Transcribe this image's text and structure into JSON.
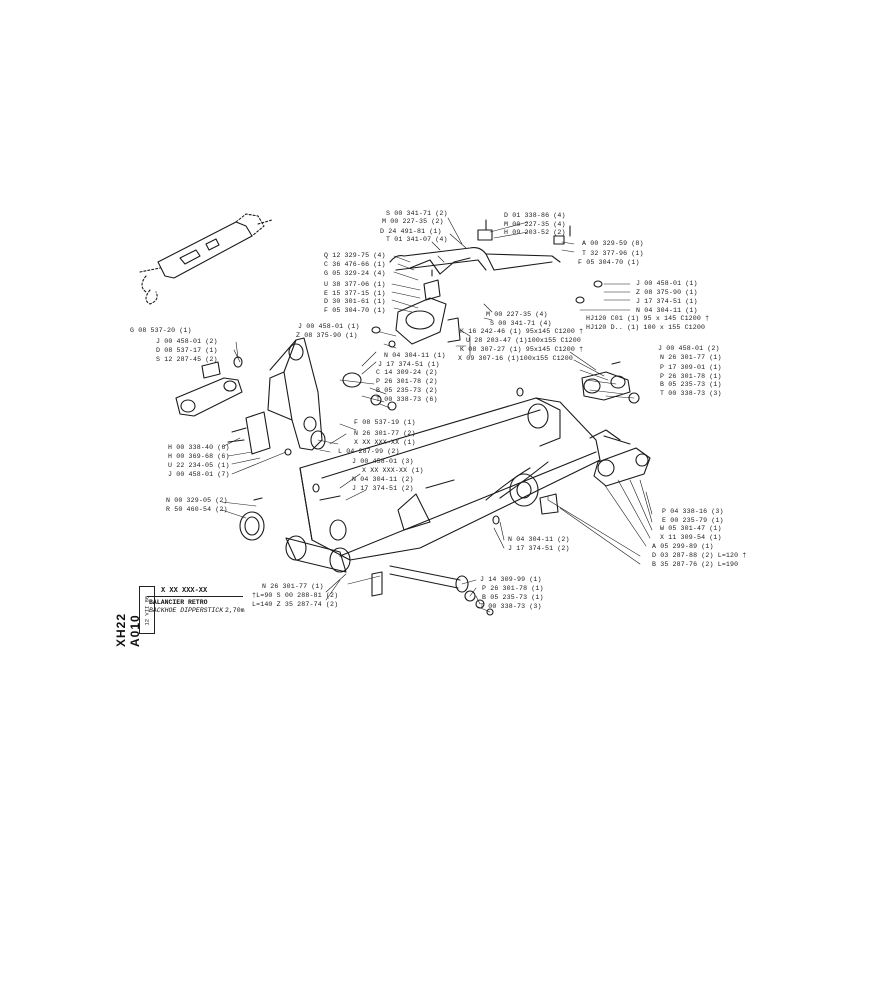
{
  "title_block": {
    "page_code": "XH22 A010",
    "side_code": "12 VII 86",
    "ref": "X XX XXX-XX",
    "title_fr": "BALANCIER RETRO",
    "title_en": "BACKHOE DIPPERSTICK",
    "length": "2,70m"
  },
  "labels": {
    "top_1": "S 00 341-71 (2)",
    "top_2": "M 00 227-35 (2)",
    "top_3": "D 24 491-81 (1)",
    "top_4": "T 01 341-07 (4)",
    "top_5": "D 01 338-86 (4)",
    "top_6": "M 00 227-35 (4)",
    "top_7": "H 09 203-52 (2)",
    "top_8": "A 00 329-59 (8)",
    "top_9": "T 32 377-96 (1)",
    "top_10": "F 05 304-70 (1)",
    "hyd_1": "Q 12 329-75 (4)",
    "hyd_2": "C 36 476-66 (1)",
    "hyd_3": "G 05 329-24 (4)",
    "hyd_4": "U 38 377-06 (1)",
    "hyd_5": "E 15 377-15 (1)",
    "hyd_6": "D 30 301-61 (1)",
    "hyd_7": "F 05 304-70 (1)",
    "right_1": "J 00 458-01 (1)",
    "right_2": "Z 08 375-90 (1)",
    "right_3": "J 17 374-51 (1)",
    "right_4": "N 04 304-11 (1)",
    "right_5": "HJ120 C01 (1) 95 x 145 C1200 †",
    "right_6": "HJ120 D.. (1) 100 x 155 C1200",
    "mid_1": "M 00 227-35 (4)",
    "mid_2": "S 00 341-71 (4)",
    "mid_3": "K 16 242-46 (1) 95x145 C1200 †",
    "mid_4": "U 28 203-47 (1)100x155 C1200",
    "mid_5": "K 08 307-27 (1) 95x145 C1200 †",
    "mid_6": "X 09 307-16 (1)100x155 C1200",
    "left_g": "G 08 537-20 (1)",
    "left_1": "J 00 458-01 (2)",
    "left_2": "D 08 537-17 (1)",
    "left_3": "S 12 287-45 (2)",
    "cl_1": "J 00 458-01 (1)",
    "cl_2": "Z 08 375-90 (1)",
    "cl_3": "N 04 304-11 (1)",
    "cl_4": "J 17 374-51 (1)",
    "cl_5": "C 14 309-24 (2)",
    "cl_6": "P 26 301-78 (2)",
    "cl_7": "B 05 235-73 (2)",
    "cl_8": "T 00 338-73 (6)",
    "cl_9": "F 08 537-19 (1)",
    "cl_10": "N 26 301-77 (2)",
    "cl_11": "X XX XXX-XX (1)",
    "cl_12": "L 04 287-99 (2)",
    "pl_1": "H 00 338-40 (6)",
    "pl_2": "H 00 369-68 (6)",
    "pl_3": "U 22 234-05 (1)",
    "pl_4": "J 00 458-01 (7)",
    "low_1": "J 00 458-01 (3)",
    "low_2": "X XX XXX-XX (1)",
    "low_3": "N 04 304-11 (2)",
    "low_4": "J 17 374-51 (2)",
    "bl_1": "N 00 329-05 (2)",
    "bl_2": "R 50 460-54 (2)",
    "rr_1": "J 00 458-01 (2)",
    "rr_2": "N 26 301-77 (1)",
    "rr_3": "P 17 309-01 (1)",
    "rr_4": "P 26 301-78 (1)",
    "rr_5": "B 05 235-73 (1)",
    "rr_6": "T 00 338-73 (3)",
    "rb_1": "P 04 338-16 (3)",
    "rb_2": "E 00 235-79 (1)",
    "rb_3": "W 05 301-47 (1)",
    "rb_4": "X 11 309-54 (1)",
    "rb_5": "A 05 299-89 (1)",
    "rb_6": "D 03 287-88 (2) L=120 †",
    "rb_7": "B 35 287-76 (2) L=190",
    "bc_1": "N 04 304-11 (2)",
    "bc_2": "J 17 374-51 (2)",
    "bot_1": "N 26 301-77 (1)",
    "bot_2": "†L=90 S 00 288-81 (2)",
    "bot_3": "L=140 Z 35 287-74 (2)",
    "br_1": "J 14 309-99 (1)",
    "br_2": "P 26 301-78 (1)",
    "br_3": "B 05 235-73 (1)",
    "br_4": "T 00 338-73 (3)"
  }
}
